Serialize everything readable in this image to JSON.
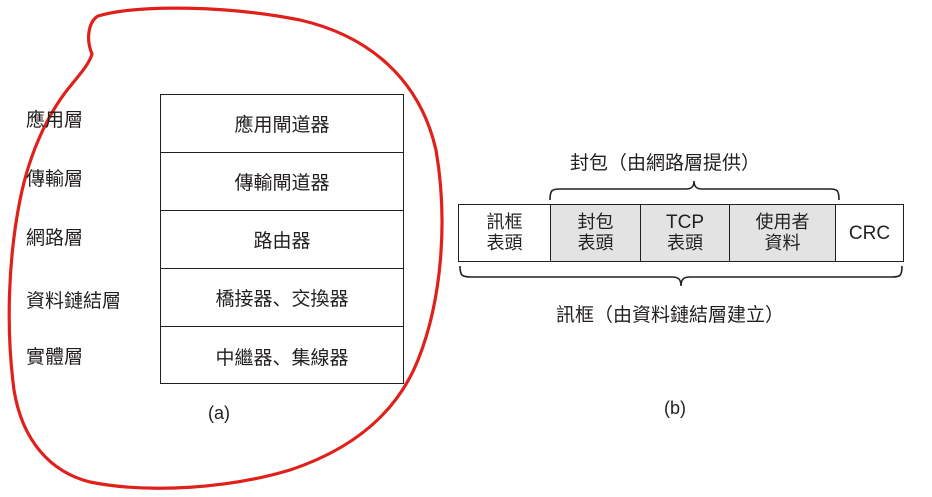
{
  "layers": {
    "labels": [
      "應用層",
      "傳輸層",
      "網路層",
      "資料鏈結層",
      "實體層"
    ],
    "devices": [
      "應用閘道器",
      "傳輸閘道器",
      "路由器",
      "橋接器、交換器",
      "中繼器、集線器"
    ],
    "caption": "(a)"
  },
  "frame": {
    "cells": [
      {
        "line1": "訊框",
        "line2": "表頭"
      },
      {
        "line1": "封包",
        "line2": "表頭"
      },
      {
        "line1": "TCP",
        "line2": "表頭"
      },
      {
        "line1": "使用者",
        "line2": "資料"
      },
      {
        "line1": "CRC",
        "line2": ""
      }
    ],
    "top_label": "封包（由網路層提供）",
    "bottom_label": "訊框（由資料鏈結層建立）",
    "caption": "(b)"
  },
  "colors": {
    "ink": "#231f20",
    "shaded_cell": "#e3e3e3",
    "annotation": "#e0201b"
  }
}
